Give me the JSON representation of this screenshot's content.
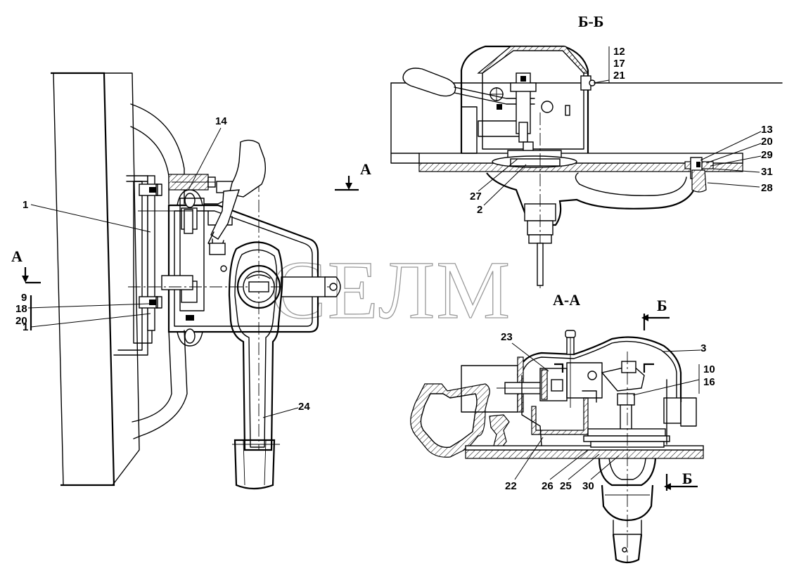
{
  "watermark": "СЕЛМ",
  "sections": {
    "bb_title": "Б-Б",
    "aa_title": "А-А",
    "a_marker_left": "А",
    "a_marker_right": "А",
    "b_marker_top": "Б",
    "b_marker_bottom": "Б"
  },
  "callouts": {
    "c1_top": "1",
    "c1_bottom": "1",
    "c14": "14",
    "c9": "9",
    "c18": "18",
    "c20_left": "20",
    "c24": "24",
    "c12": "12",
    "c17": "17",
    "c21": "21",
    "c13": "13",
    "c20_right": "20",
    "c29": "29",
    "c31": "31",
    "c28": "28",
    "c27": "27",
    "c2": "2",
    "c23": "23",
    "c3": "3",
    "c10": "10",
    "c16": "16",
    "c22": "22",
    "c26": "26",
    "c25": "25",
    "c30": "30"
  }
}
